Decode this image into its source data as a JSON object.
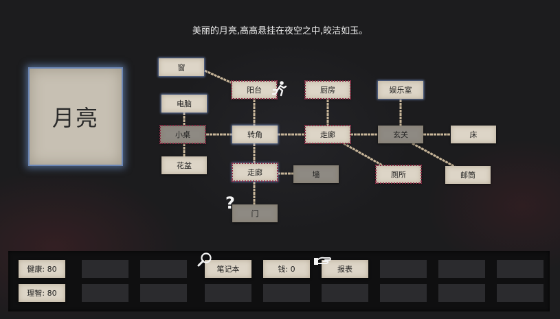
{
  "narration": "美丽的月亮,高高悬挂在夜空之中,皎洁如玉。",
  "focus_card": {
    "label": "月亮"
  },
  "map_nodes": {
    "window": "窗",
    "balcony": "阳台",
    "kitchen": "厨房",
    "entertainment_room": "娱乐室",
    "computer": "电脑",
    "small_table": "小桌",
    "corner": "转角",
    "hallway": "走廊",
    "entrance": "玄关",
    "bed": "床",
    "flower_pot": "花盆",
    "hallway_lower": "走廊",
    "wall": "墙",
    "toilet": "厕所",
    "mailbox": "邮筒",
    "door": "门"
  },
  "inventory": {
    "health": "健康: 80",
    "sanity": "理智: 80",
    "notebook": "笔记本",
    "money": "钱: 0",
    "report": "报表"
  },
  "icons": [
    "running-person-icon",
    "question-mark-icon",
    "magnifier-icon",
    "hand-grab-icon"
  ]
}
